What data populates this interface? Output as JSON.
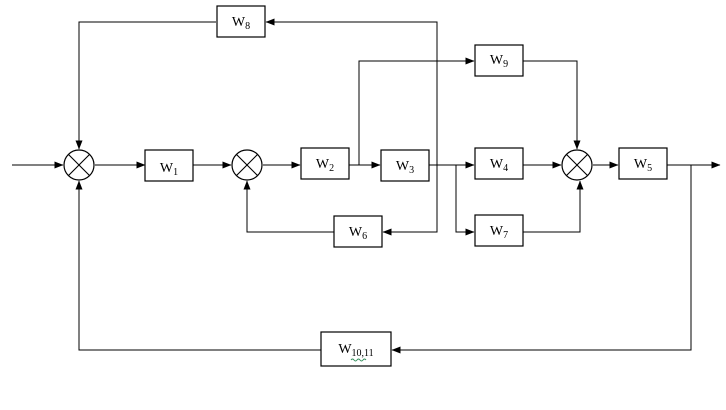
{
  "diagram": {
    "blocks": [
      {
        "id": "W1",
        "base": "W",
        "sub": "1"
      },
      {
        "id": "W2",
        "base": "W",
        "sub": "2"
      },
      {
        "id": "W3",
        "base": "W",
        "sub": "3"
      },
      {
        "id": "W4",
        "base": "W",
        "sub": "4"
      },
      {
        "id": "W5",
        "base": "W",
        "sub": "5"
      },
      {
        "id": "W6",
        "base": "W",
        "sub": "6"
      },
      {
        "id": "W7",
        "base": "W",
        "sub": "7"
      },
      {
        "id": "W8",
        "base": "W",
        "sub": "8"
      },
      {
        "id": "W9",
        "base": "W",
        "sub": "9"
      },
      {
        "id": "W10_11",
        "base": "W",
        "sub": "10,11"
      }
    ],
    "summing_junctions": [
      "sum-1",
      "sum-2",
      "sum-3"
    ]
  }
}
